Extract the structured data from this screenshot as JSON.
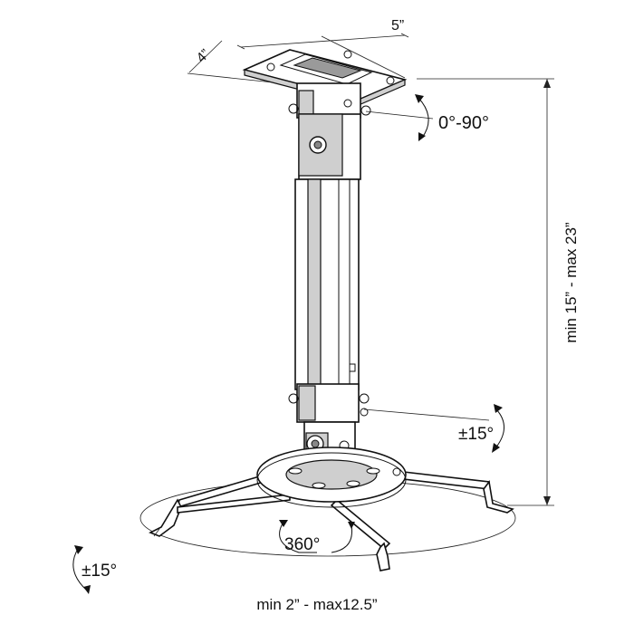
{
  "labels": {
    "top_width": "5”",
    "top_depth": "4”",
    "tilt_range": "0°-90°",
    "height_range": "min 15” - max 23”",
    "swivel_joint": "±15°",
    "rotation": "360°",
    "side_tilt": "±15°",
    "arm_range": "min 2” - max12.5”"
  },
  "colors": {
    "line": "#111111",
    "shade": "#cfcfcf",
    "background": "#ffffff"
  }
}
